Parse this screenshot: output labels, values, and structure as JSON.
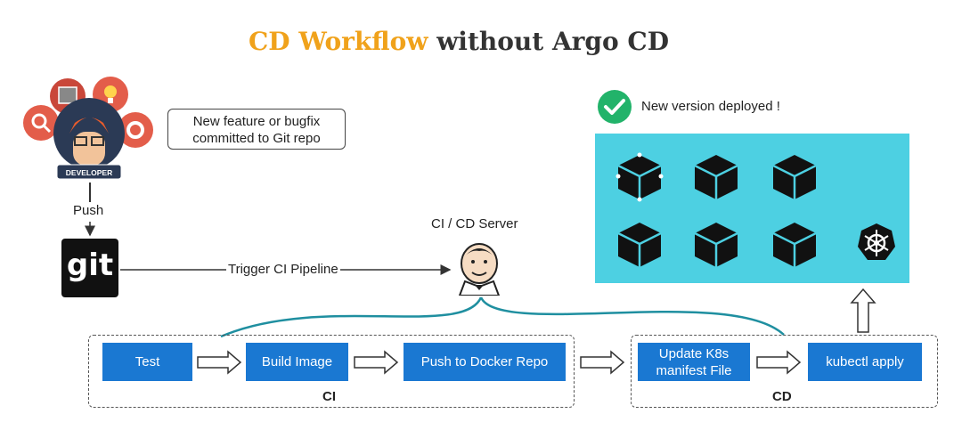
{
  "title": {
    "accent": "CD Workflow",
    "rest": "without Argo CD"
  },
  "developer": {
    "badge": "DEVELOPER",
    "note": "New feature or bugfix committed to Git repo"
  },
  "push_label": "Push",
  "git_logo": "git",
  "trigger_label": "Trigger CI Pipeline",
  "server_label": "CI / CD Server",
  "ci": {
    "label": "CI",
    "steps": [
      "Test",
      "Build Image",
      "Push to Docker Repo"
    ]
  },
  "cd": {
    "label": "CD",
    "steps": [
      "Update K8s manifest File",
      "kubectl apply"
    ]
  },
  "cluster": {
    "status": "New version deployed !",
    "color": "#4dd0e2",
    "pods": 6,
    "icon": "kubernetes-icon"
  },
  "colors": {
    "accent": "#f0a21b",
    "step": "#1a78d2",
    "curve": "#1f8fa0",
    "check": "#22b36a"
  }
}
